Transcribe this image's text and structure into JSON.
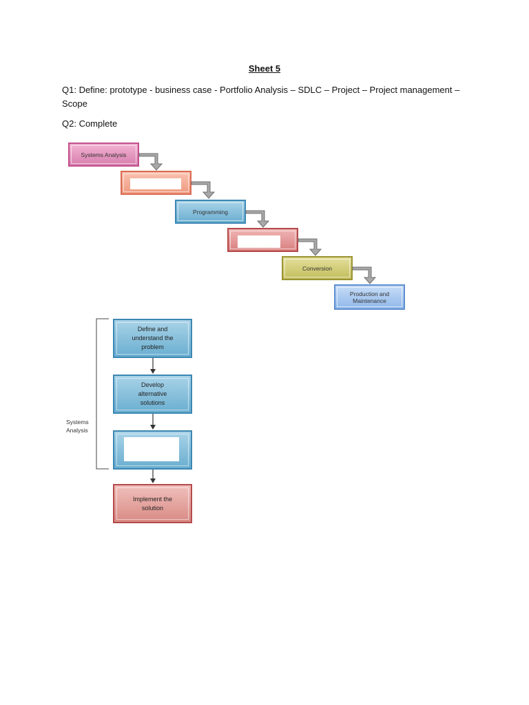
{
  "header": {
    "title": "Sheet 5"
  },
  "questions": {
    "q1": "Q1: Define: prototype - business case - Portfolio Analysis – SDLC – Project – Project management – Scope",
    "q2": "Q2: Complete"
  },
  "waterfall": {
    "steps": [
      "Systems Analysis",
      "",
      "Programming",
      "",
      "Conversion",
      "Production and Maintenance"
    ]
  },
  "flowchart": {
    "bracket_label": "Systems Analysis",
    "steps": [
      "Define and understand the problem",
      "Develop alternative solutions",
      "",
      "Implement the solution"
    ]
  },
  "colors": {
    "pink": "#d77fae",
    "salmon": "#ef9a80",
    "blue": "#6aaed0",
    "red": "#d98080",
    "olive": "#c4bd5c",
    "light_blue": "#91b8ea",
    "arrow_gray": "#9a9a9a"
  }
}
